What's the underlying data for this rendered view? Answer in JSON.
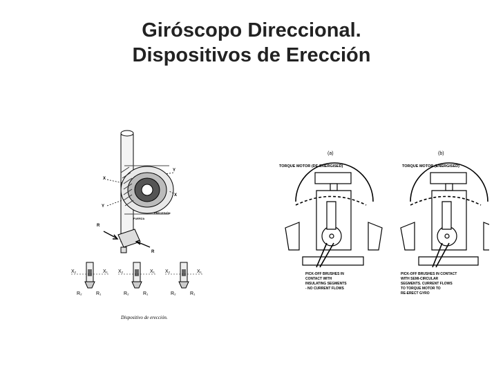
{
  "slide": {
    "title_line1": "Giróscopo Direccional.",
    "title_line2": "Dispositivos de Erección"
  },
  "left_figure": {
    "labels": {
      "y1": "Y",
      "x": "X",
      "x1": "X",
      "y": "Y",
      "fuerza": "FUERZA",
      "precesion": "PRECESIÓN",
      "r2": "R",
      "r1": "R"
    },
    "small_views": [
      {
        "left": "X₂",
        "right": "X₁",
        "b1": "R₂",
        "b2": "R₁"
      },
      {
        "left": "X₂",
        "right": "X₁",
        "b1": "R₂",
        "b2": "R₁"
      },
      {
        "left": "X₂",
        "right": "X₁",
        "b1": "R₂",
        "b2": "R₁"
      }
    ],
    "caption": "Dispositivo de erección."
  },
  "right_figure": {
    "panel_a": {
      "tag": "(a)",
      "motor": "TORQUE MOTOR (DE-ENERGISED)",
      "note": [
        "PICK-OFF BRUSHES IN",
        "CONTACT WITH",
        "INSULATING SEGMENTS",
        "- NO CURRENT FLOWS"
      ]
    },
    "panel_b": {
      "tag": "(b)",
      "motor": "TORQUE MOTOR (ENERGISED)",
      "note": [
        "PICK-OFF BRUSHES IN CONTACT",
        "WITH SEMI-CIRCULAR",
        "SEGMENTS. CURRENT FLOWS",
        "TO TORQUE MOTOR TO",
        "RE-ERECT GYRO"
      ]
    }
  }
}
